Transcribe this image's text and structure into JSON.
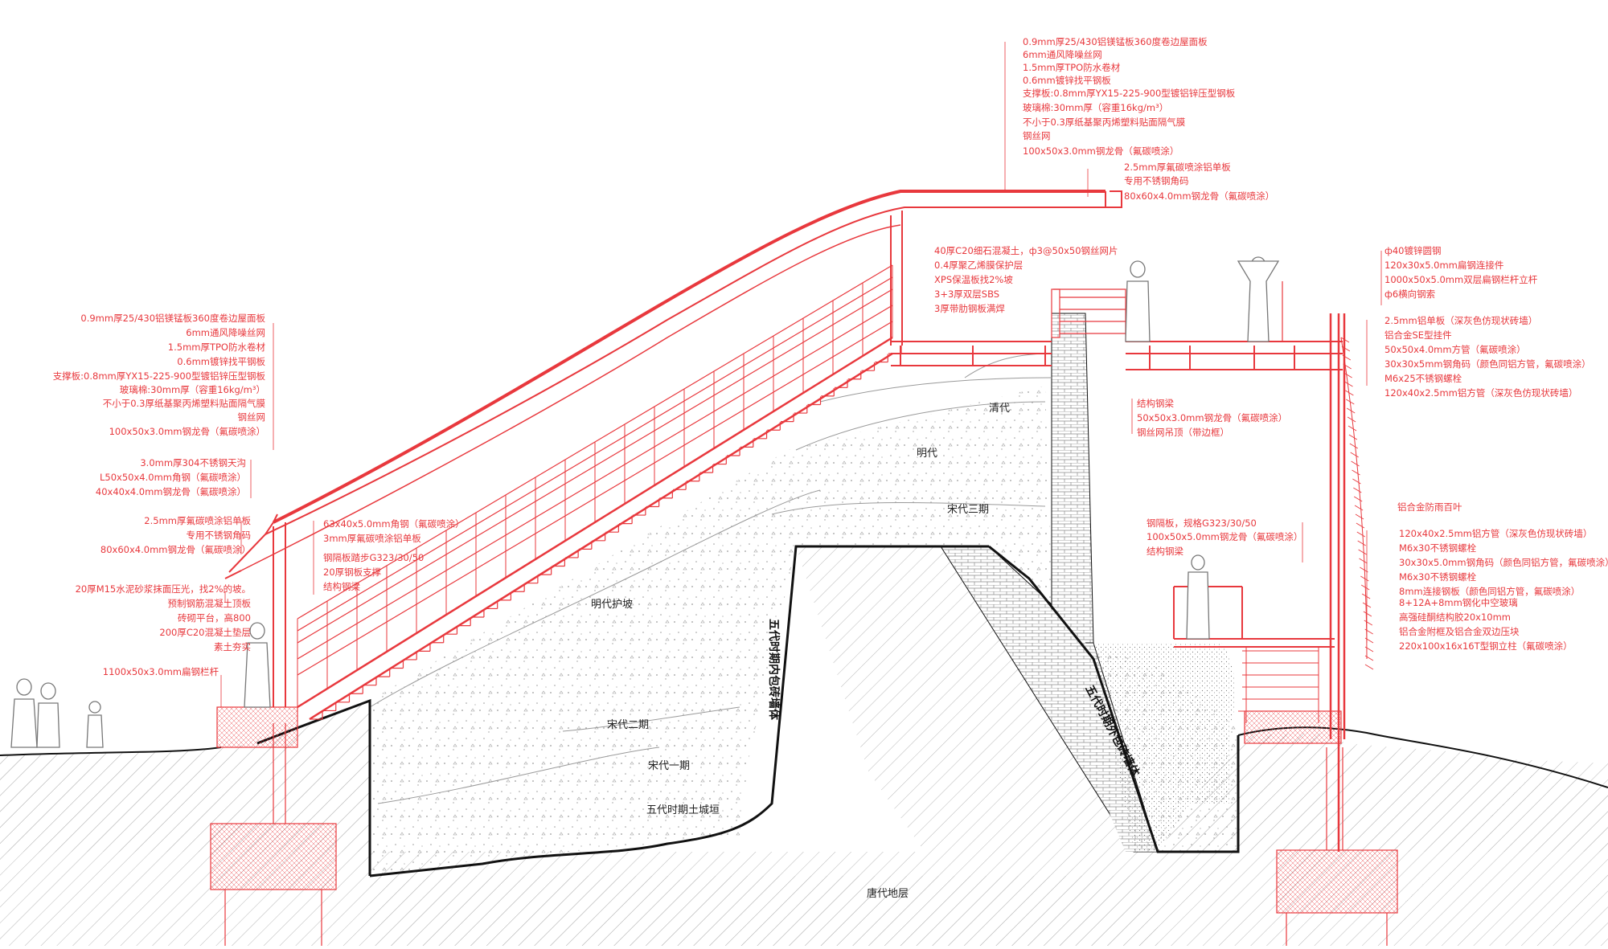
{
  "colors": {
    "annotation": "#e8383d",
    "structure": "#e8383d",
    "earth_line": "#111111",
    "hatch": "#b9b9b9",
    "background": "#ffffff"
  },
  "notes": {
    "roof_top": [
      "0.9mm厚25/430铝镁锰板360度卷边屋面板",
      "6mm通风降噪丝网",
      "1.5mm厚TPO防水卷材",
      "0.6mm镀锌找平钢板",
      "支撑板:0.8mm厚YX15-225-900型镀铝锌压型钢板",
      "玻璃棉:30mm厚（容重16kg/m³）",
      "不小于0.3厚纸基聚丙烯塑料贴面隔气膜",
      "钢丝网",
      "100x50x3.0mm钢龙骨（氟碳喷涂）"
    ],
    "roof_edge": [
      "2.5mm厚氟碳喷涂铝单板",
      "专用不锈钢角码",
      "80x60x4.0mm钢龙骨（氟碳喷涂）"
    ],
    "roof_left": [
      "0.9mm厚25/430铝镁锰板360度卷边屋面板",
      "6mm通风降噪丝网",
      "1.5mm厚TPO防水卷材",
      "0.6mm镀锌找平钢板",
      "支撑板:0.8mm厚YX15-225-900型镀铝锌压型钢板",
      "玻璃棉:30mm厚（容重16kg/m³）",
      "不小于0.3厚纸基聚丙烯塑料贴面隔气膜",
      "钢丝网",
      "100x50x3.0mm钢龙骨（氟碳喷涂）"
    ],
    "gutter": [
      "3.0mm厚304不锈钢天沟",
      "L50x50x4.0mm角钢（氟碳喷涂）",
      "40x40x4.0mm钢龙骨（氟碳喷涂）"
    ],
    "eave": [
      "2.5mm厚氟碳喷涂铝单板",
      "专用不锈钢角码",
      "80x60x4.0mm钢龙骨（氟碳喷涂）"
    ],
    "base_left": [
      "20厚M15水泥砂浆抹面压光，找2%的坡。",
      "预制钢筋混凝土顶板",
      "砖砌平台，高800",
      "200厚C20混凝土垫层",
      "素土夯实"
    ],
    "railing": "1100x50x3.0mm扁钢栏杆",
    "stair": [
      "63x40x5.0mm角钢（氟碳喷涂）",
      "3mm厚氟碳喷涂铝单板"
    ],
    "stair_step": [
      "钢隔板踏步G323/30/50",
      "20厚钢板支撑",
      "结构钢梁"
    ],
    "platform": [
      "40厚C20细石混凝土，ф3@50x50钢丝网片",
      "0.4厚聚乙烯膜保护层",
      "XPS保温板找2%坡",
      "3+3厚双层SBS",
      "3厚带肋钢板满焊"
    ],
    "beam": [
      "结构钢梁",
      "50x50x3.0mm钢龙骨（氟碳喷涂）",
      "钢丝网吊顶（带边框）"
    ],
    "handrail": [
      "ф40镀锌圆钢",
      "120x30x5.0mm扁钢连接件",
      "1000x50x5.0mm双层扁钢栏杆立杆",
      "ф6横向钢索"
    ],
    "facade": [
      "2.5mm铝单板（深灰色仿现状砖墙）",
      "铝合金SE型挂件",
      "50x50x4.0mm方管（氟碳喷涂）",
      "30x30x5mm钢角码（颜色同铝方管，氟碳喷涂）",
      "M6x25不锈钢螺栓",
      "120x40x2.5mm铝方管（深灰色仿现状砖墙）"
    ],
    "louver": "铝合金防雨百叶",
    "grating": [
      "钢隔板，规格G323/30/50",
      "100x50x5.0mm钢龙骨（氟碳喷涂）",
      "结构钢梁"
    ],
    "glass": [
      "120x40x2.5mm铝方管（深灰色仿现状砖墙）",
      "M6x30不锈钢螺栓",
      "30x30x5.0mm钢角码（颜色同铝方管，氟碳喷涂）",
      "M6x30不锈钢螺栓",
      "8mm连接钢板（颜色同铝方管，氟碳喷涂）",
      "8+12A+8mm钢化中空玻璃",
      "高强硅酮结构胶20x10mm",
      "铝合金附框及铝合金双边压块",
      "220x100x16x16T型钢立柱（氟碳喷涂）"
    ]
  },
  "layers": {
    "qing": "清代",
    "ming": "明代",
    "song3": "宋代三期",
    "ming_slope": "明代护坡",
    "song2": "宋代二期",
    "song1": "宋代一期",
    "wudai_earth": "五代时期土城垣",
    "wudai_inner": "五代时期内包砖墙体",
    "wudai_outer": "五代时期外包砖墙体",
    "tang": "唐代地层"
  }
}
